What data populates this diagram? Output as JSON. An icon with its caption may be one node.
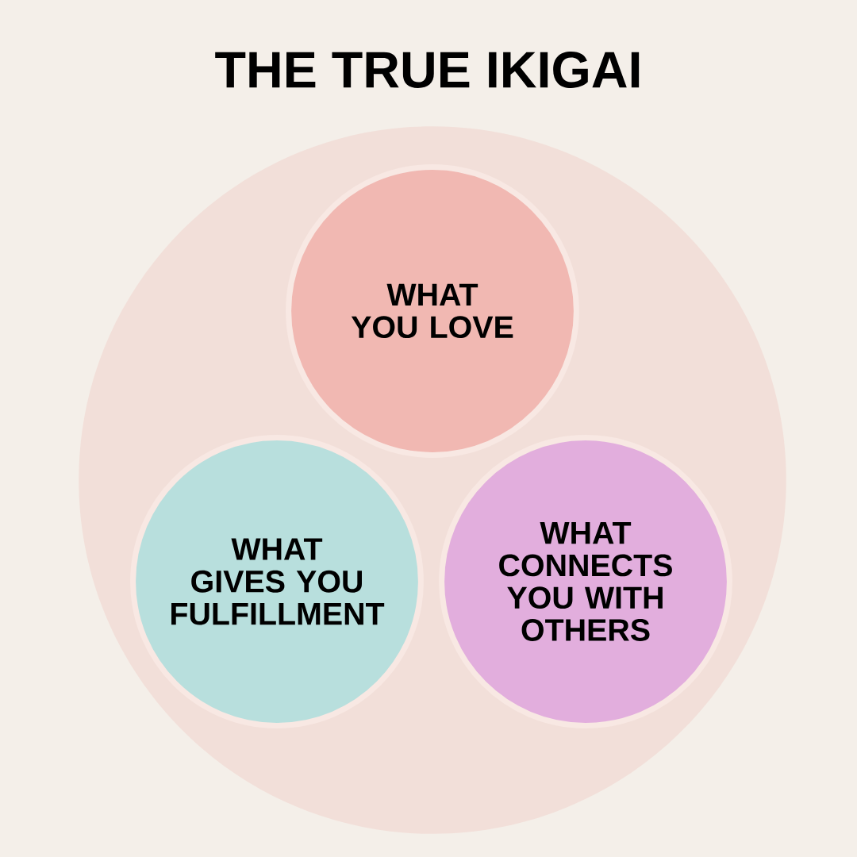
{
  "diagram": {
    "title": "THE TRUE IKIGAI",
    "nodes": [
      {
        "text": [],
        "shape": "circle"
      },
      {
        "text": [
          "WHAT YOU LOVE"
        ],
        "in": 0
      },
      {
        "text": [
          "WHAT GIVES YOU FULFILLMENT"
        ],
        "in": 0
      },
      {
        "text": [
          "WHAT CONNECTS YOU WITH OTHERS"
        ],
        "in": 0
      }
    ],
    "edges": []
  }
}
